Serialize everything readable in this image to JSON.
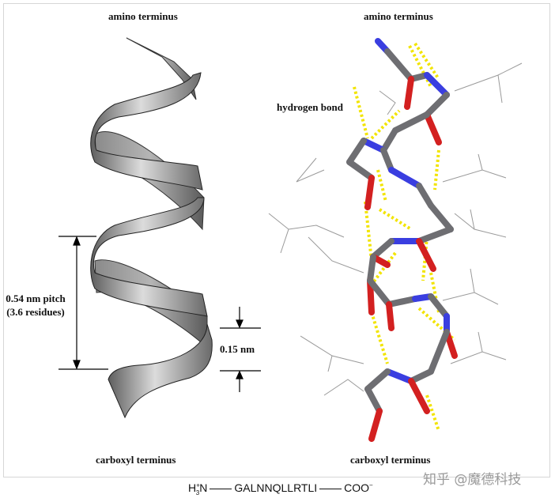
{
  "labels": {
    "left_top": "amino terminus",
    "right_top": "amino terminus",
    "left_bottom": "carboxyl terminus",
    "right_bottom": "carboxyl terminus",
    "hydrogen_bond": "hydrogen bond",
    "pitch_line1": "0.54 nm pitch",
    "pitch_line2": "(3.6 residues)",
    "rise": "0.15 nm"
  },
  "sequence": {
    "n_term": "H",
    "n_term_charge": "+",
    "n_term_count": "3",
    "n_term_atom": "N",
    "residues": "GALNNQLLRTLI",
    "c_term": "COO",
    "c_term_charge": "−"
  },
  "watermark": "知乎 @魔德科技",
  "colors": {
    "ribbon_dark": "#5a5a5a",
    "ribbon_light": "#d8d8d8",
    "carbon": "#6e6e72",
    "nitrogen": "#3a3ee0",
    "oxygen": "#d32020",
    "hbond": "#f2e400",
    "sidechain": "#9a9a9a"
  }
}
